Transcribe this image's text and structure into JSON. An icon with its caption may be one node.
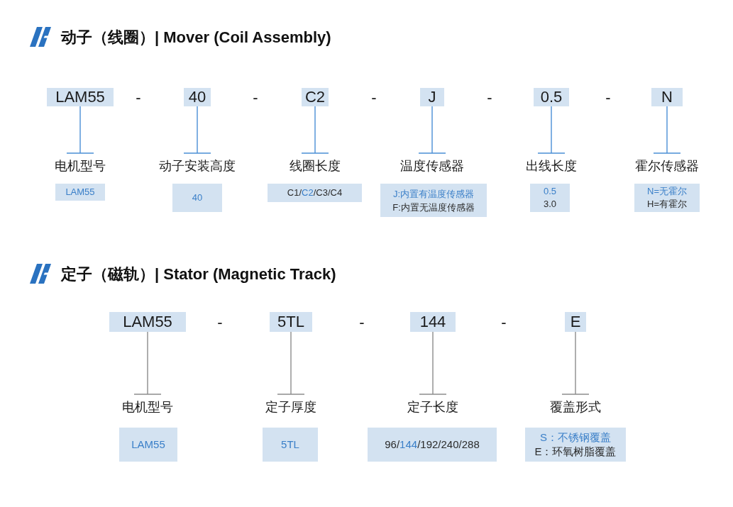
{
  "diagram": {
    "nodes": [
      {
        "text": [
          "LAM55"
        ]
      },
      {
        "text": [
          "40"
        ]
      },
      {
        "text": [
          "C2"
        ]
      },
      {
        "text": [
          "J"
        ]
      },
      {
        "text": [
          "0.5"
        ]
      },
      {
        "text": [
          "N"
        ]
      },
      {
        "text": [
          "电机型号"
        ]
      },
      {
        "text": [
          "动子安装高度"
        ]
      },
      {
        "text": [
          "线圈长度"
        ]
      },
      {
        "text": [
          "温度传感器"
        ]
      },
      {
        "text": [
          "出线长度"
        ]
      },
      {
        "text": [
          "霍尔传感器"
        ]
      },
      {
        "text": [
          "LAM55"
        ]
      },
      {
        "text": [
          "40"
        ]
      },
      {
        "text": [
          "C1/C2/C3/C4"
        ]
      },
      {
        "text": [
          "J:内置有温度传感器",
          "F:内置无温度传感器"
        ]
      },
      {
        "text": [
          "0.5",
          "3.0"
        ]
      },
      {
        "text": [
          "N=无霍尔",
          "H=有霍尔"
        ]
      },
      {
        "text": [
          "LAM55"
        ]
      },
      {
        "text": [
          "5TL"
        ]
      },
      {
        "text": [
          "144"
        ]
      },
      {
        "text": [
          "E"
        ]
      },
      {
        "text": [
          "电机型号"
        ]
      },
      {
        "text": [
          "定子厚度"
        ]
      },
      {
        "text": [
          "定子长度"
        ]
      },
      {
        "text": [
          "覆盖形式"
        ]
      },
      {
        "text": [
          "LAM55"
        ]
      },
      {
        "text": [
          "5TL"
        ]
      },
      {
        "text": [
          "96/144/192/240/288"
        ]
      },
      {
        "text": [
          "S：不锈钢覆盖",
          "E：环氧树脂覆盖"
        ]
      }
    ],
    "edges": [
      {
        "from": 0,
        "to": 6,
        "arrow": "other"
      },
      {
        "from": 1,
        "to": 7,
        "arrow": "other"
      },
      {
        "from": 2,
        "to": 8,
        "arrow": "other"
      },
      {
        "from": 3,
        "to": 9,
        "arrow": "other"
      },
      {
        "from": 4,
        "to": 10,
        "arrow": "other"
      },
      {
        "from": 5,
        "to": 11,
        "arrow": "other"
      },
      {
        "from": 18,
        "to": 22,
        "arrow": "other",
        "color": "#8c8c8c"
      },
      {
        "from": 19,
        "to": 23,
        "arrow": "other",
        "color": "#8c8c8c"
      },
      {
        "from": 20,
        "to": 24,
        "arrow": "other",
        "color": "#8c8c8c"
      },
      {
        "from": 21,
        "to": 25,
        "arrow": "other",
        "color": "#8c8c8c"
      }
    ],
    "labels": [
      "动子（线圈）| Mover (Coil Assembly)",
      "-",
      "-",
      "-",
      "-",
      "-",
      "定子（磁轨）| Stator (Magnetic Track)",
      "-",
      "-",
      "-"
    ]
  }
}
